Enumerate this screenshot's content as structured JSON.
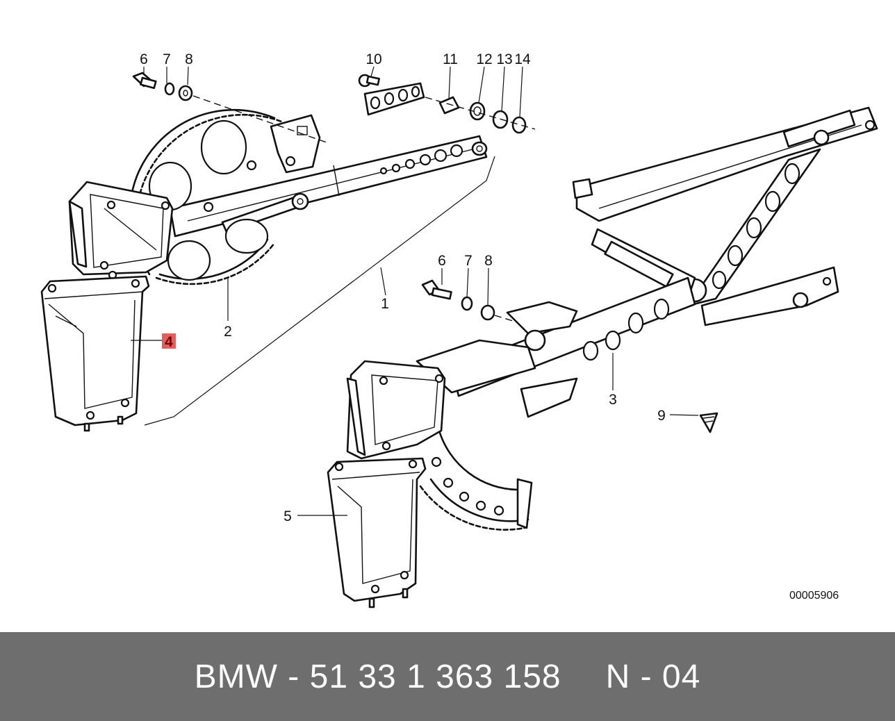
{
  "footer": {
    "part_number_text": "BMW - 51 33 1 363 158",
    "position_text": "N - 04"
  },
  "diagram": {
    "reference_code": "00005906",
    "callouts": {
      "c1": "1",
      "c2": "2",
      "c3": "3",
      "c4": "4",
      "c5": "5",
      "c6_top": "6",
      "c7_top": "7",
      "c8_top": "8",
      "c6_mid": "6",
      "c7_mid": "7",
      "c8_mid": "8",
      "c9": "9",
      "c10": "10",
      "c11": "11",
      "c12": "12",
      "c13": "13",
      "c14": "14"
    },
    "highlighted_callout": "4",
    "highlight_color": "#e06060"
  }
}
